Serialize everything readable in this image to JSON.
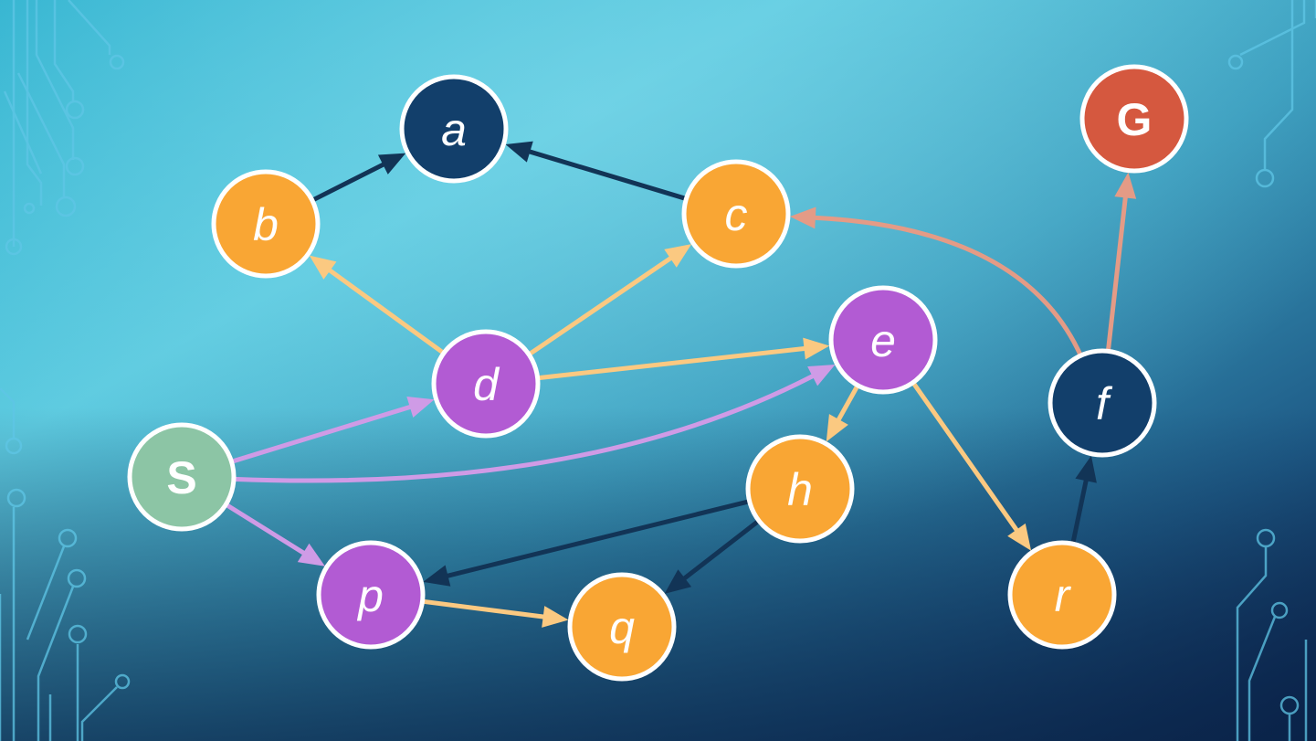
{
  "colors": {
    "orange": "#f9a634",
    "purple": "#b25bd3",
    "navy": "#123f6b",
    "green": "#8cc5a5",
    "red": "#d5583f",
    "edge_orange": "#fbc981",
    "edge_purple": "#cf9be6",
    "edge_navy": "#123456",
    "edge_salmon": "#e49b86",
    "circuit": "#5fc6e6"
  },
  "nodes": [
    {
      "id": "a",
      "label": "a",
      "color": "navy",
      "style": "italic"
    },
    {
      "id": "b",
      "label": "b",
      "color": "orange",
      "style": "italic"
    },
    {
      "id": "c",
      "label": "c",
      "color": "orange",
      "style": "italic"
    },
    {
      "id": "d",
      "label": "d",
      "color": "purple",
      "style": "italic"
    },
    {
      "id": "e",
      "label": "e",
      "color": "purple",
      "style": "italic"
    },
    {
      "id": "f",
      "label": "f",
      "color": "navy",
      "style": "italic"
    },
    {
      "id": "G",
      "label": "G",
      "color": "red",
      "style": "bold"
    },
    {
      "id": "S",
      "label": "S",
      "color": "green",
      "style": "bold"
    },
    {
      "id": "h",
      "label": "h",
      "color": "orange",
      "style": "italic"
    },
    {
      "id": "p",
      "label": "p",
      "color": "purple",
      "style": "italic"
    },
    {
      "id": "q",
      "label": "q",
      "color": "orange",
      "style": "italic"
    },
    {
      "id": "r",
      "label": "r",
      "color": "orange",
      "style": "italic"
    }
  ],
  "edges": [
    {
      "from": "b",
      "to": "a",
      "color": "edge_navy"
    },
    {
      "from": "c",
      "to": "a",
      "color": "edge_navy"
    },
    {
      "from": "d",
      "to": "b",
      "color": "edge_orange"
    },
    {
      "from": "d",
      "to": "c",
      "color": "edge_orange"
    },
    {
      "from": "d",
      "to": "e",
      "color": "edge_orange"
    },
    {
      "from": "S",
      "to": "d",
      "color": "edge_purple"
    },
    {
      "from": "S",
      "to": "e",
      "color": "edge_purple"
    },
    {
      "from": "S",
      "to": "p",
      "color": "edge_purple"
    },
    {
      "from": "e",
      "to": "h",
      "color": "edge_orange"
    },
    {
      "from": "e",
      "to": "r",
      "color": "edge_orange"
    },
    {
      "from": "h",
      "to": "p",
      "color": "edge_navy"
    },
    {
      "from": "h",
      "to": "q",
      "color": "edge_navy"
    },
    {
      "from": "p",
      "to": "q",
      "color": "edge_orange"
    },
    {
      "from": "r",
      "to": "f",
      "color": "edge_navy"
    },
    {
      "from": "f",
      "to": "c",
      "color": "edge_salmon"
    },
    {
      "from": "f",
      "to": "G",
      "color": "edge_salmon"
    }
  ]
}
